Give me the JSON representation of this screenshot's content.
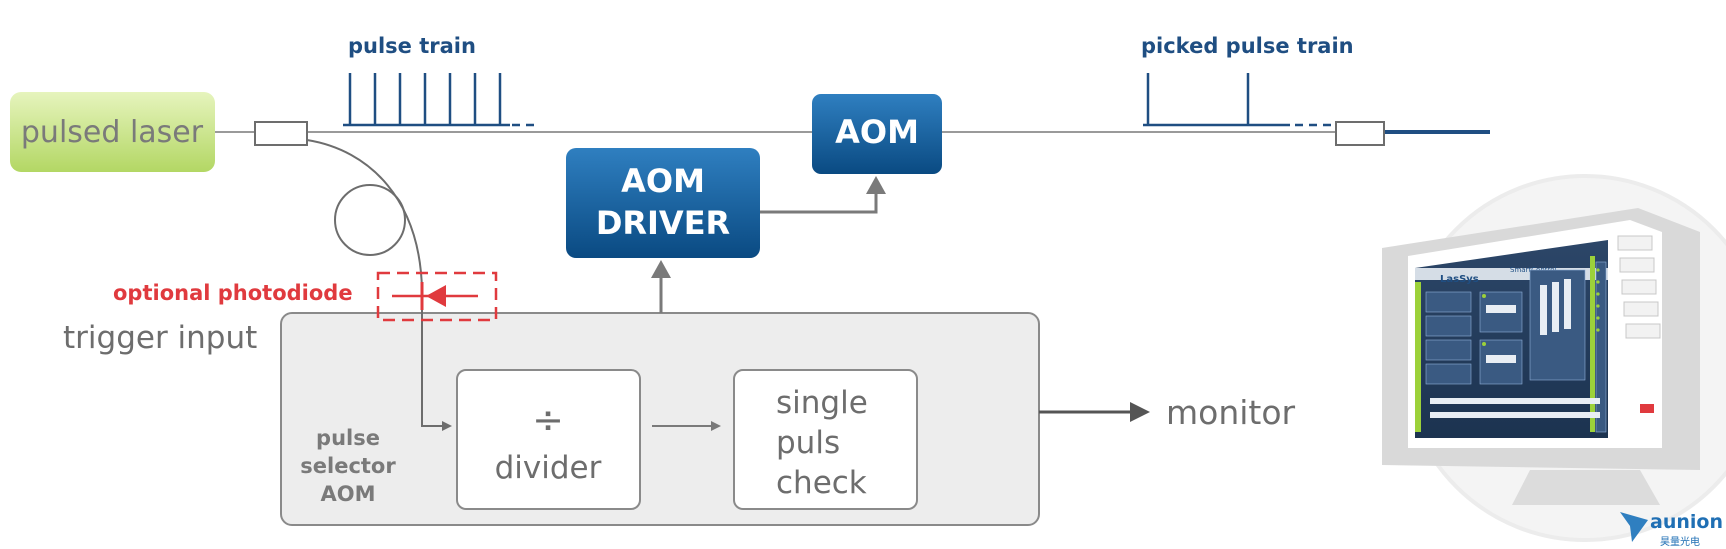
{
  "labels": {
    "pulsed_laser": "pulsed laser",
    "pulse_train": "pulse train",
    "picked_pulse_train": "picked pulse train",
    "aom": "AOM",
    "aom_driver_line1": "AOM",
    "aom_driver_line2": "DRIVER",
    "optional_photodiode": "optional photodiode",
    "trigger_input": "trigger input",
    "divider_symbol": "÷",
    "divider": "divider",
    "single_check_line1": "single",
    "single_check_line2": "puls",
    "single_check_line3": "check",
    "selector_line1": "pulse",
    "selector_line2": "selector",
    "selector_line3": "AOM",
    "monitor": "monitor"
  },
  "screen": {
    "brand": "LasSys",
    "app_title": "SmartControl"
  },
  "watermark": {
    "brand": "aunion",
    "sub": "昊量光电"
  },
  "colors": {
    "blue_dark": "#0a4a82",
    "blue_light": "#2f7fc0",
    "green_light": "#d8eda0",
    "green_dark": "#a9cf4f",
    "red": "#e03a3e",
    "grey_line": "#7a7a7a",
    "panel_fill": "#ededed"
  }
}
